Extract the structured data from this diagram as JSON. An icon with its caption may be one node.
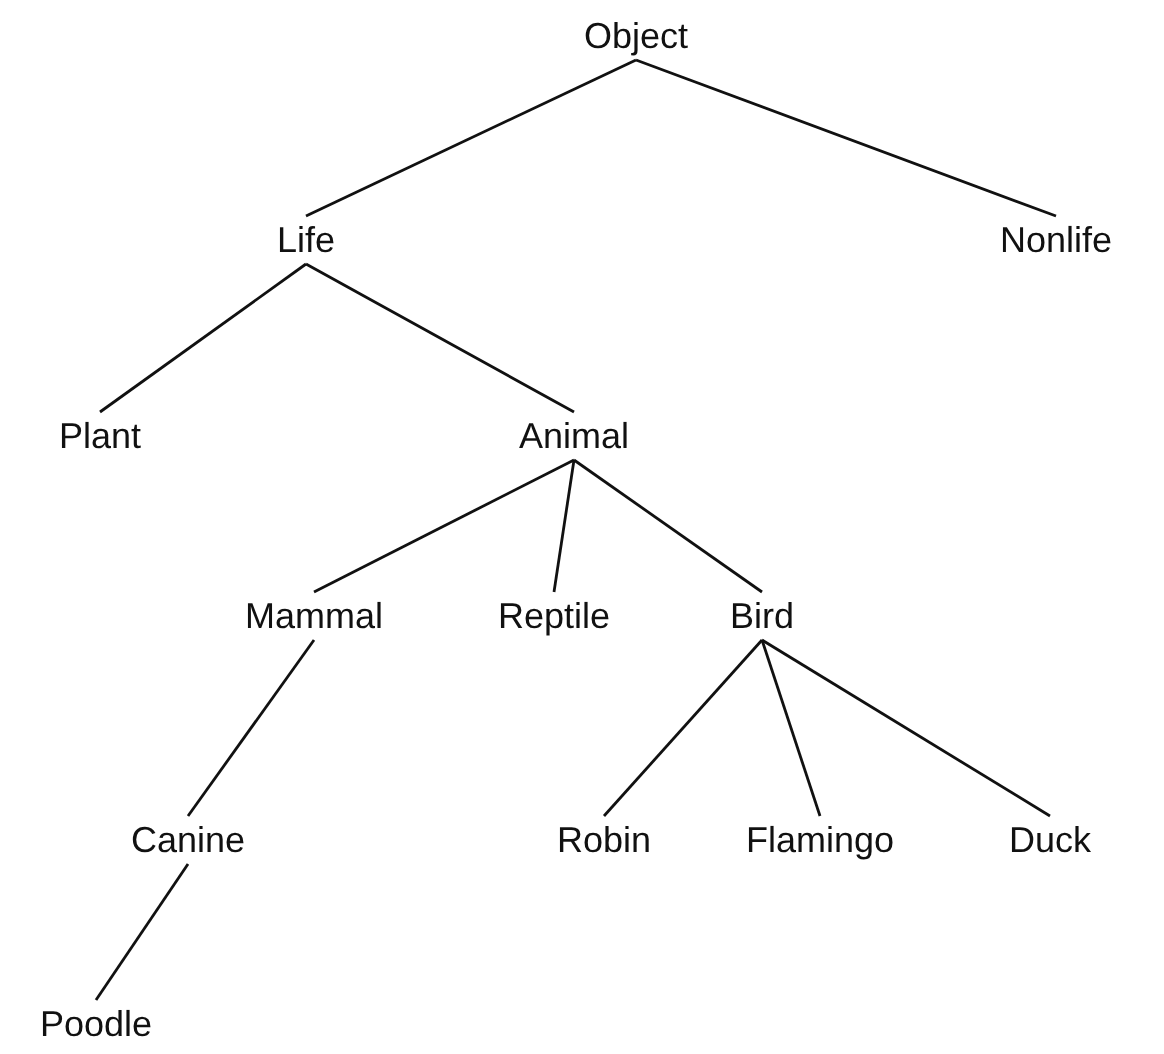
{
  "diagram": {
    "nodes": [
      {
        "text": [
          "Object"
        ]
      },
      {
        "text": [
          "Life"
        ]
      },
      {
        "text": [
          "Nonlife"
        ]
      },
      {
        "text": [
          "Plant"
        ]
      },
      {
        "text": [
          "Animal"
        ]
      },
      {
        "text": [
          "Mammal"
        ]
      },
      {
        "text": [
          "Reptile"
        ]
      },
      {
        "text": [
          "Bird"
        ]
      },
      {
        "text": [
          "Canine"
        ]
      },
      {
        "text": [
          "Robin"
        ]
      },
      {
        "text": [
          "Flamingo"
        ]
      },
      {
        "text": [
          "Duck"
        ]
      },
      {
        "text": [
          "Poodle"
        ]
      }
    ],
    "edges": [
      {
        "from": 0,
        "to": 1,
        "arrow": "none"
      },
      {
        "from": 0,
        "to": 2,
        "arrow": "none"
      },
      {
        "from": 1,
        "to": 3,
        "arrow": "none"
      },
      {
        "from": 1,
        "to": 4,
        "arrow": "none"
      },
      {
        "from": 4,
        "to": 5,
        "arrow": "none"
      },
      {
        "from": 4,
        "to": 6,
        "arrow": "none"
      },
      {
        "from": 4,
        "to": 7,
        "arrow": "none"
      },
      {
        "from": 5,
        "to": 8,
        "arrow": "none"
      },
      {
        "from": 7,
        "to": 9,
        "arrow": "none"
      },
      {
        "from": 7,
        "to": 10,
        "arrow": "none"
      },
      {
        "from": 7,
        "to": 11,
        "arrow": "none"
      },
      {
        "from": 8,
        "to": 12,
        "arrow": "none"
      }
    ]
  }
}
